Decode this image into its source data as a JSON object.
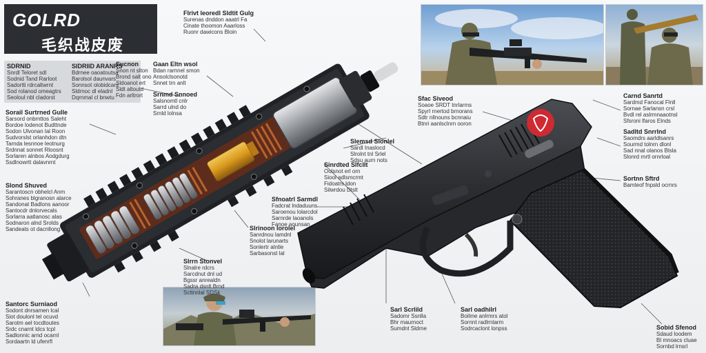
{
  "header": {
    "title_en": "GOLRD",
    "title_cn": "毛织战皮废"
  },
  "callouts": [
    {
      "id": "top-center",
      "heading": "Flrivt leoredl Sldtit Gulg",
      "lines": [
        "Surenas dnddon aaatrl Fa",
        "Cinate thoomon Aaarloss",
        "Ruonr dawicons Bloin"
      ]
    },
    {
      "id": "left-1a",
      "heading": "SDRNID",
      "lines": [
        "Snrdl Teloret sdl",
        "Sodnid Tand Rarloot",
        "Sadortti rdrcaltwrnt",
        "Sod rolanod omeagtrs",
        "Seoloul nbl cladorst"
      ]
    },
    {
      "id": "left-1b",
      "heading": "SIDRIID ARANRS",
      "lines": [
        "Bdrnee oaoatoutsa",
        "Barolsol daunvars",
        "Sonnsot olobidcars",
        "Sldrnoc dl eladnl",
        "Dqrnmal cl bnwtu"
      ]
    },
    {
      "id": "left-1c",
      "heading": "Sucnon",
      "lines": [
        "Snon nt slton",
        "Brond salt ono",
        "Sldoanot ert",
        "Sldt altoutd",
        "Fdn arltrort"
      ]
    },
    {
      "id": "mid-top",
      "heading": "Gaan Eltn wsol",
      "lines": [
        "Bdan rarnnel smon",
        "Ansolclsonotd",
        "Snnet trn anlt"
      ]
    },
    {
      "id": "left-2",
      "heading": "Sorail Surtrned Gulle",
      "lines": [
        "Sarsord onbmttos Saleht",
        "Bordoe lodenot Budttnde",
        "Sodon Ulvonan lal Roon",
        "Sudvorslst orlanhdon dtn",
        "Tarnda lesnnoe leotnurg",
        "Srdnnat sonnet Rloosnt",
        "Sorlaren alnbos Aodgdurg",
        "Ssdlnowrtt dalavnrnt"
      ]
    },
    {
      "id": "left-3",
      "heading": "Slond Shuved",
      "lines": [
        "Sarantoscn obhelcl Anm",
        "Sohranes blgranosn alarce",
        "Sandonat Badlons aanoor",
        "Santocdr dnlorvecals",
        "Sorlarra aatlanosc alas",
        "Sodnaron alnd Srolds",
        "Sandeats ot dacnllong"
      ]
    },
    {
      "id": "left-4",
      "heading": "Santorc Surniaod",
      "lines": [
        "Sodont dnrsamen lcal",
        "Siot doulonl tel ocuvd",
        "Sarotm ael tocdtoutes",
        "Srdc cnarnt ldcs tcpl",
        "Sadlonnic arnd ocarnl",
        "Sordaartn ld ufenrfl"
      ]
    },
    {
      "id": "mid-left",
      "heading": "Slemsd Slonlel",
      "lines": [
        "Sardl Inaslocd",
        "Slrolnt tnl Srlel",
        "Sdsu aurn nots"
      ]
    },
    {
      "id": "mid-center",
      "heading": "Sinrdted Slfcllt",
      "lines": [
        "Oolsnot erl orn",
        "Siool adlsmcrmt",
        "Fidoatrs ldon",
        "Silwrdou Dtslt"
      ]
    },
    {
      "id": "center-1",
      "heading": "Sfnoatrl Sarmdl",
      "lines": [
        "Fadcrat lndaduuns",
        "Saroenou lolarcdol",
        "Sarnrde laoanols",
        "Fanoe aounsan"
      ]
    },
    {
      "id": "center-2",
      "heading": "Slrinoon lorolel",
      "lines": [
        "Sanrdnou lamdnl",
        "Snolot larunarts",
        "Sonlertr alntle",
        "Sarbasonst lal"
      ]
    },
    {
      "id": "center-3",
      "heading": "Slrrn Stonvel",
      "lines": [
        "Slnalre rdcrs",
        "Sarcdnut dnl ud",
        "Bgssr anrealdn",
        "Sadra dsnlt Brnd",
        "Scttnnlal SDSk"
      ]
    },
    {
      "id": "center-4",
      "heading": "Srnmd Snnoed",
      "lines": [
        "Salsnomtl cnlr",
        "Sarrd ulnd do",
        "Srnld lolnsa"
      ]
    },
    {
      "id": "pistol-top",
      "heading": "Sfac Siveod",
      "lines": [
        "Soaoe SRDT tnrlarms",
        "Spyrl rnertod brnorans",
        "Sdtr nllnouns bcnnaiu",
        "Btnri aanlsclnrn ooron"
      ]
    },
    {
      "id": "right-1",
      "heading": "Carnd Sanrtd",
      "lines": [
        "Sardmd Fanocal Flnll",
        "Sornae Sarlansn crsl",
        "Bvdl rel aslrmnaaotnsl",
        "Sfsroni lfaros Elnds"
      ]
    },
    {
      "id": "right-2",
      "heading": "Sadltd Snrrlnd",
      "lines": [
        "Saomdrs aarldlsanrs",
        "Sourmd tolnrn dlonl",
        "Sad nnal olanos Blsla",
        "Slonrd rnrtl ornrloal"
      ]
    },
    {
      "id": "right-3",
      "heading": "Sortnn Sftrd",
      "lines": [
        "Bamteof fnpsld ocrnrs"
      ]
    },
    {
      "id": "bottom-1",
      "heading": "Sarl Scrlild",
      "lines": [
        "Sadomr Ssnlla",
        "Bhr maurnoct",
        "Sumdnt Sldrne"
      ]
    },
    {
      "id": "bottom-2",
      "heading": "Sarl oadhilrl",
      "lines": [
        "Boilme anlrmrs atol",
        "Sornnt radlrntarm",
        "Sodrcaclont lonpss"
      ]
    },
    {
      "id": "bottom-right",
      "heading": "Sobid Sfenod",
      "lines": [
        "Sdaud loodem",
        "Bl mnoacs cluae",
        "Sornbd lrnsrl"
      ]
    }
  ]
}
